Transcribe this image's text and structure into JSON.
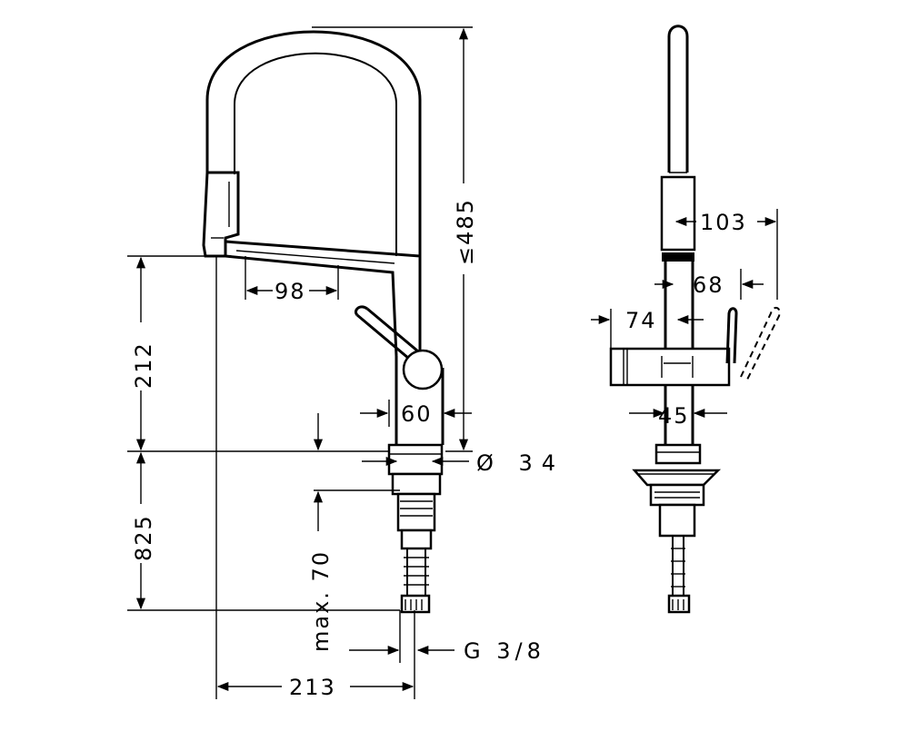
{
  "dimensions": {
    "spout_reach": "98",
    "max_height": "≤485",
    "deck_to_spout": "212",
    "base_width": "60",
    "hole_diameter": "Ø 34",
    "hose_length": "825",
    "counter_thickness": "max. 70",
    "connection": "G 3/8",
    "overall_reach": "213",
    "side_depth": "103",
    "handle_clearance": "68",
    "side_offset": "74",
    "side_width": "45"
  }
}
